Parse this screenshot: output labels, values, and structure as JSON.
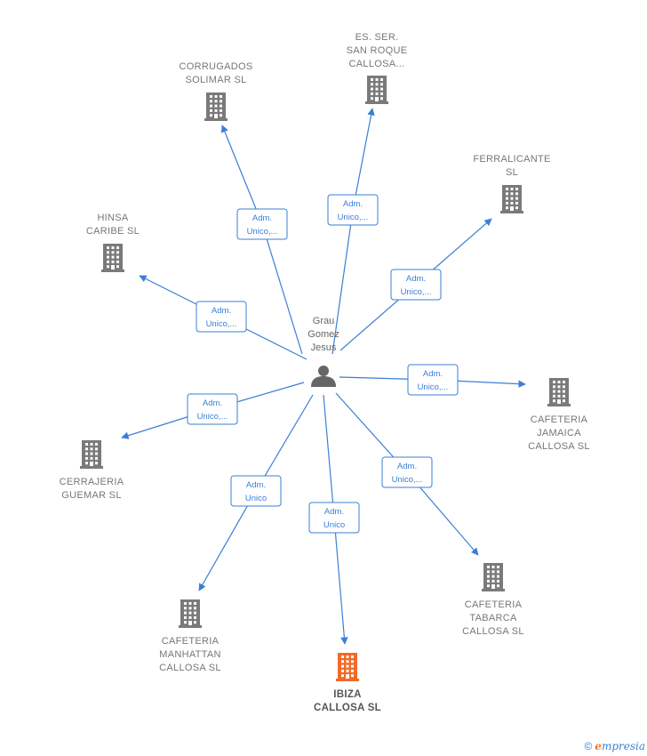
{
  "person": {
    "name_lines": [
      "Grau",
      "Gomez",
      "Jesus"
    ],
    "icon": "person-icon"
  },
  "companies": [
    {
      "id": "corrugados",
      "lines": [
        "CORRUGADOS",
        "SOLIMAR  SL"
      ],
      "edge": [
        "Adm.",
        "Unico,..."
      ],
      "highlight": false
    },
    {
      "id": "es-ser",
      "lines": [
        "ES.  SER.",
        "SAN ROQUE",
        "CALLOSA..."
      ],
      "edge": [
        "Adm.",
        "Unico,..."
      ],
      "highlight": false
    },
    {
      "id": "ferralicante",
      "lines": [
        "FERRALICANTE",
        "SL"
      ],
      "edge": [
        "Adm.",
        "Unico,..."
      ],
      "highlight": false
    },
    {
      "id": "hinsa",
      "lines": [
        "HINSA",
        "CARIBE  SL"
      ],
      "edge": [
        "Adm.",
        "Unico,..."
      ],
      "highlight": false
    },
    {
      "id": "jamaica",
      "lines": [
        "CAFETERIA",
        "JAMAICA",
        "CALLOSA  SL"
      ],
      "edge": [
        "Adm.",
        "Unico,..."
      ],
      "highlight": false
    },
    {
      "id": "cerrajeria",
      "lines": [
        "CERRAJERIA",
        "GUEMAR  SL"
      ],
      "edge": [
        "Adm.",
        "Unico,..."
      ],
      "highlight": false
    },
    {
      "id": "tabarca",
      "lines": [
        "CAFETERIA",
        "TABARCA",
        "CALLOSA  SL"
      ],
      "edge": [
        "Adm.",
        "Unico,..."
      ],
      "highlight": false
    },
    {
      "id": "manhattan",
      "lines": [
        "CAFETERIA",
        "MANHATTAN",
        "CALLOSA  SL"
      ],
      "edge": [
        "Adm.",
        "Unico"
      ],
      "highlight": false
    },
    {
      "id": "ibiza",
      "lines": [
        "IBIZA",
        "CALLOSA  SL"
      ],
      "edge": [
        "Adm.",
        "Unico"
      ],
      "highlight": true
    }
  ],
  "colors": {
    "edge": "#3a7fd5",
    "building": "#7a7a7a",
    "highlight": "#f06a2a",
    "person": "#666666"
  },
  "brand": {
    "copyright": "©",
    "initial": "e",
    "rest": "mpresia"
  }
}
